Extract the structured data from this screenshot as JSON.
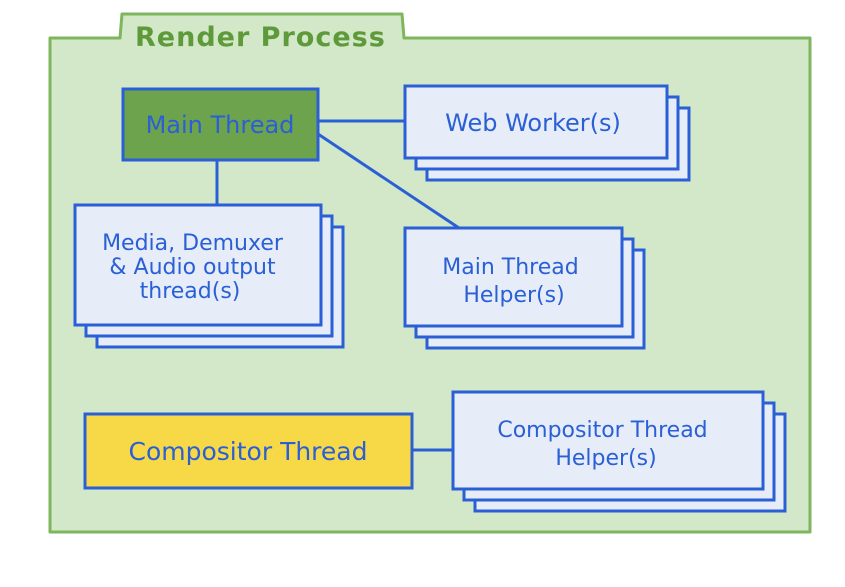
{
  "title": "Render Process",
  "colors": {
    "panel_fill": "#d3e8c8",
    "panel_stroke": "#7db65c",
    "title_text": "#5e9a3a",
    "box_fill": "#e6edf8",
    "box_stroke": "#2a5fd6",
    "text_blue": "#2a5fd6",
    "main_thread_fill": "#6da34d",
    "compositor_fill": "#f7d947",
    "connector": "#2a5fd6"
  },
  "nodes": {
    "main_thread": {
      "label": "Main Thread"
    },
    "web_workers": {
      "label": "Web Worker(s)"
    },
    "media_threads": {
      "lines": [
        "Media, Demuxer",
        "& Audio output",
        "thread(s)"
      ]
    },
    "main_thread_helpers": {
      "lines": [
        "Main Thread",
        "Helper(s)"
      ]
    },
    "compositor_thread": {
      "label": "Compositor Thread"
    },
    "compositor_helpers": {
      "lines": [
        "Compositor Thread",
        "Helper(s)"
      ]
    }
  }
}
